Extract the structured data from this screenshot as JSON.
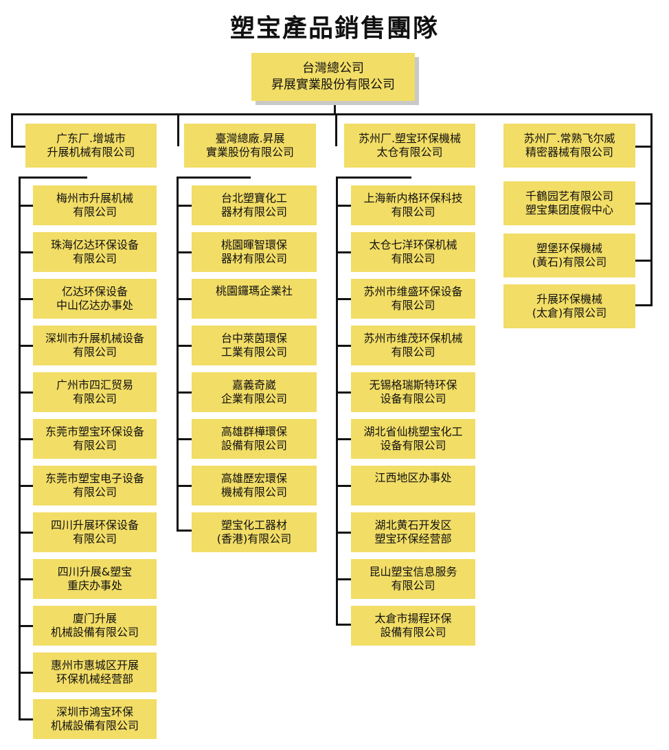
{
  "title": "塑宝產品銷售團隊",
  "root": {
    "line1": "台灣總公司",
    "line2": "昇展實業股份有限公司"
  },
  "branches": [
    {
      "line1": "广东厂.增城市",
      "line2": "升展机械有限公司",
      "children": [
        {
          "line1": "梅州市升展机械",
          "line2": "有限公司"
        },
        {
          "line1": "珠海亿达环保设备",
          "line2": "有限公司"
        },
        {
          "line1": "亿达环保设备",
          "line2": "中山亿达办事处"
        },
        {
          "line1": "深圳市升展机械设备",
          "line2": "有限公司"
        },
        {
          "line1": "广州市四汇贸易",
          "line2": "有限公司"
        },
        {
          "line1": "东莞市塑宝环保设备",
          "line2": "有限公司"
        },
        {
          "line1": "东莞市塑宝电子设备",
          "line2": "有限公司"
        },
        {
          "line1": "四川升展环保设备",
          "line2": "有限公司"
        },
        {
          "line1": "四川升展&塑宝",
          "line2": "重庆办事处"
        },
        {
          "line1": "廈门升展",
          "line2": "机械設備有限公司"
        },
        {
          "line1": "惠州市惠城区开展",
          "line2": "环保机械经营部"
        },
        {
          "line1": "深圳市鴻宝环保",
          "line2": "机械設備有限公司"
        }
      ]
    },
    {
      "line1": "臺灣總廠.昇展",
      "line2": "實業股份有限公司",
      "children": [
        {
          "line1": "台北塑寶化工",
          "line2": "器材有限公司"
        },
        {
          "line1": "桃園暉智環保",
          "line2": "器材有限公司"
        },
        {
          "line1": "桃園鑼瑪企業社",
          "line2": ""
        },
        {
          "line1": "台中萊茵環保",
          "line2": "工業有限公司"
        },
        {
          "line1": "嘉義奇崴",
          "line2": "企業有限公司"
        },
        {
          "line1": "高雄群樺環保",
          "line2": "設備有限公司"
        },
        {
          "line1": "高雄歷宏環保",
          "line2": "機械有限公司"
        },
        {
          "line1": "塑宝化工器材",
          "line2": "(香港)有限公司"
        }
      ]
    },
    {
      "line1": "苏州厂.塑宝环保機械",
      "line2": "太仓有限公司",
      "children": [
        {
          "line1": "上海新内格环保科技",
          "line2": "有限公司"
        },
        {
          "line1": "太仓七洋环保机械",
          "line2": "有限公司"
        },
        {
          "line1": "苏州市维盛环保设备",
          "line2": "有限公司"
        },
        {
          "line1": "苏州市维茂环保机械",
          "line2": "有限公司"
        },
        {
          "line1": "无锡格瑞斯特环保",
          "line2": "设备有限公司"
        },
        {
          "line1": "湖北省仙桃塑宝化工",
          "line2": "设备有限公司"
        },
        {
          "line1": "江西地区办事处",
          "line2": ""
        },
        {
          "line1": "湖北黄石开发区",
          "line2": "塑宝环保经营部"
        },
        {
          "line1": "昆山塑宝信息服务",
          "line2": "有限公司"
        },
        {
          "line1": "太倉市揚程环保",
          "line2": "設備有限公司"
        }
      ]
    },
    {
      "line1": "苏州厂.常熟飞尔威",
      "line2": "精密器械有限公司",
      "children": [
        {
          "line1": "千鶴园艺有限公司",
          "line2": "塑宝集团度假中心"
        },
        {
          "line1": "塑堡环保機械",
          "line2": "(黃石)有限公司"
        },
        {
          "line1": "升展环保機械",
          "line2": "(太倉)有限公司"
        }
      ]
    }
  ]
}
